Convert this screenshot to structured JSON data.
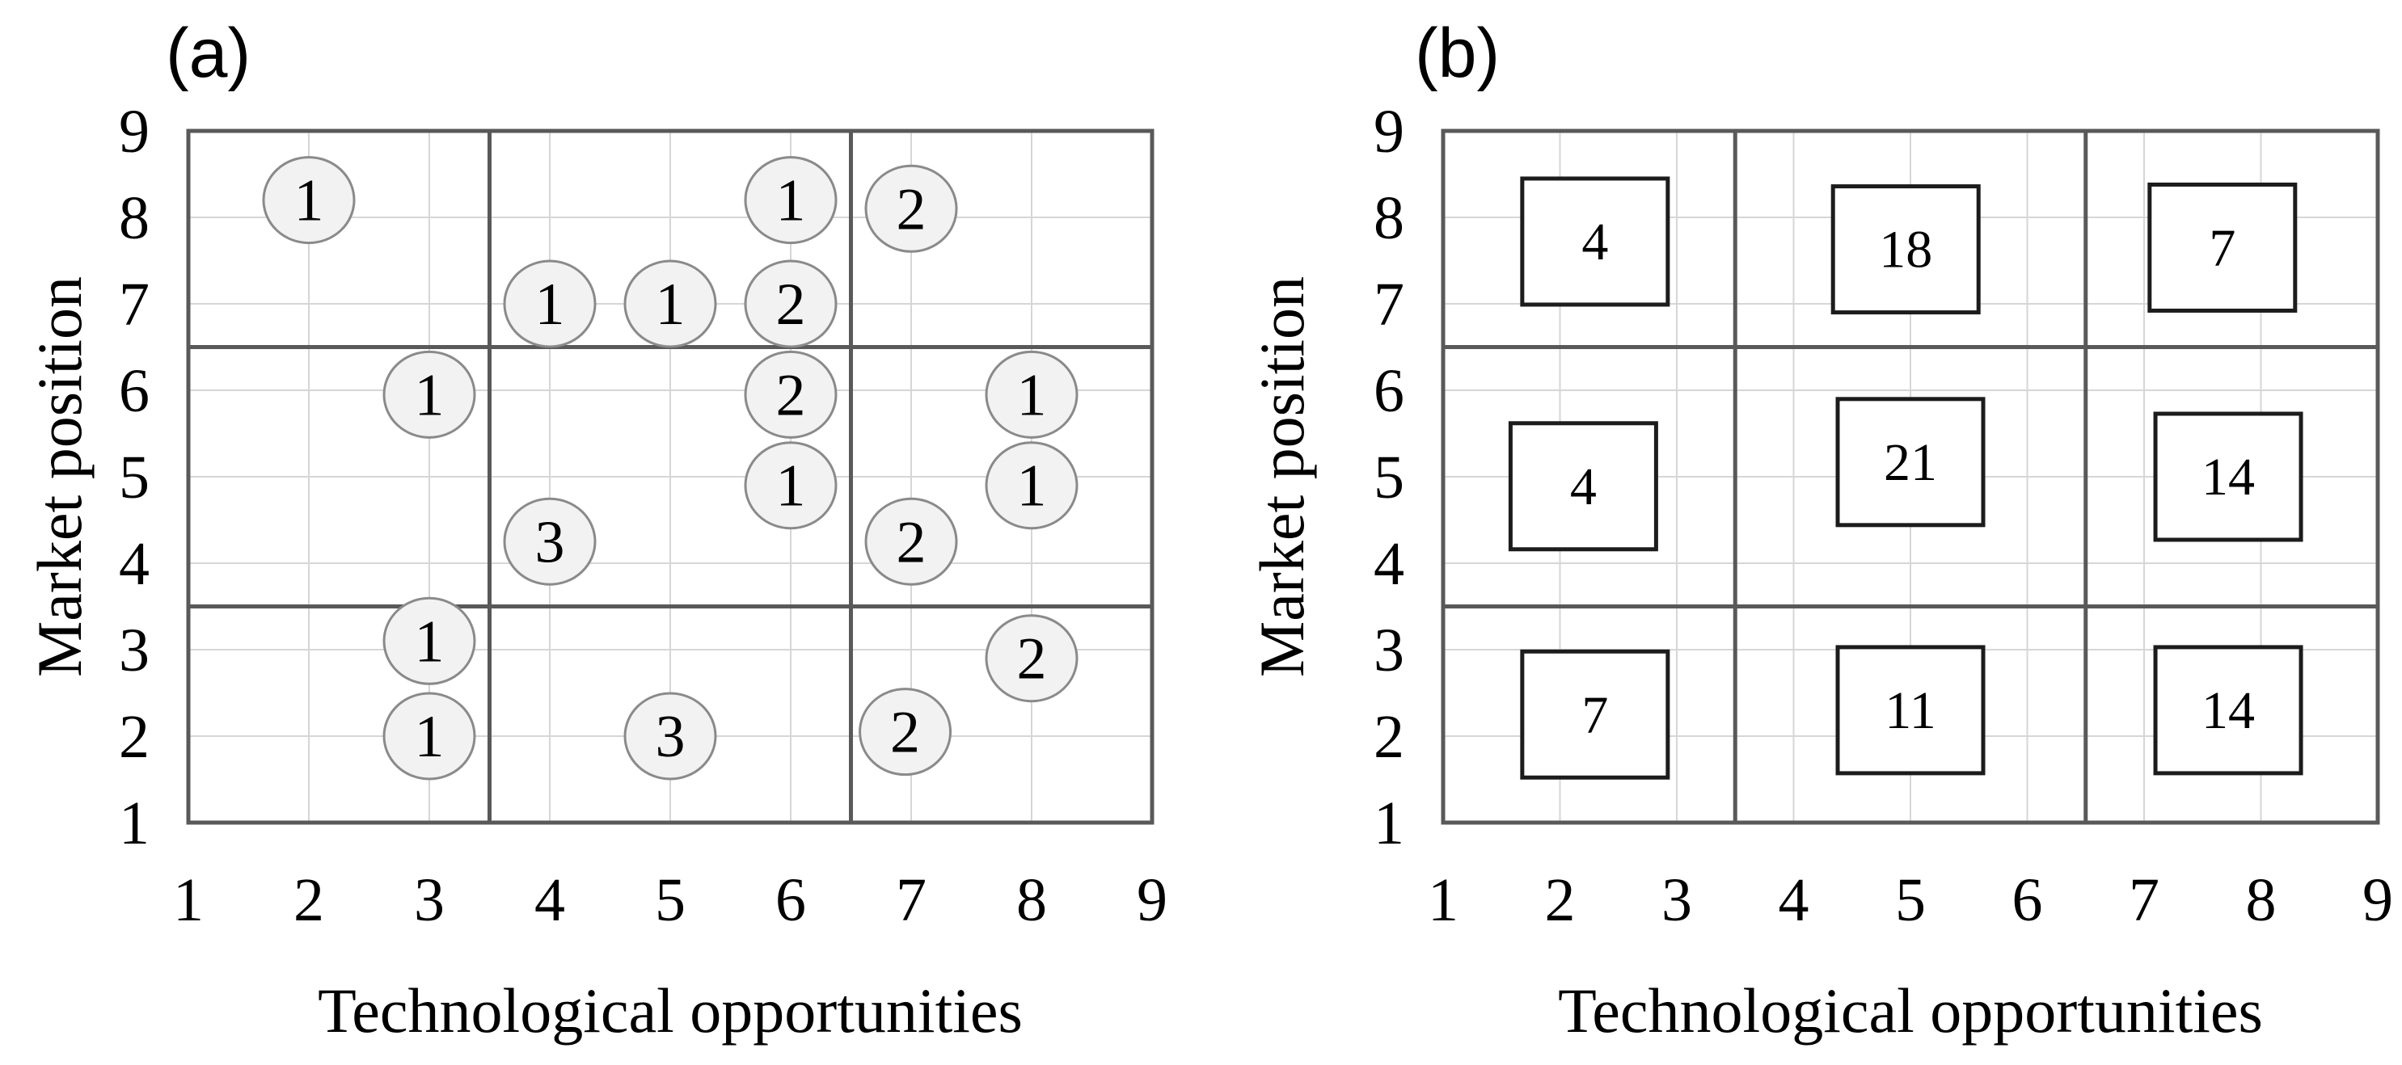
{
  "figure": {
    "background": "#ffffff"
  },
  "colors": {
    "gridline": "#d6d6d6",
    "quadrant_line": "#595959",
    "plot_border": "#595959",
    "circle_fill": "#f2f2f2",
    "circle_stroke": "#8a8a8a",
    "box_fill": "#ffffff",
    "box_stroke": "#1c1c1c",
    "text": "#000000"
  },
  "chart_data": [
    {
      "type": "scatter",
      "panel_label": "(a)",
      "xlabel": "Technological opportunities",
      "ylabel": "Market position",
      "xlim": [
        1,
        9
      ],
      "ylim": [
        1,
        9
      ],
      "xticks": [
        1,
        2,
        3,
        4,
        5,
        6,
        7,
        8,
        9
      ],
      "yticks": [
        1,
        2,
        3,
        4,
        5,
        6,
        7,
        8,
        9
      ],
      "grid": true,
      "legend": "none",
      "quadrant_lines_x": [
        3.5,
        6.5
      ],
      "quadrant_lines_y": [
        3.5,
        6.5
      ],
      "points": [
        {
          "x": 2,
          "y": 8.2,
          "label": "1"
        },
        {
          "x": 6,
          "y": 8.2,
          "label": "1"
        },
        {
          "x": 7,
          "y": 8.1,
          "label": "2"
        },
        {
          "x": 4,
          "y": 7.0,
          "label": "1"
        },
        {
          "x": 5,
          "y": 7.0,
          "label": "1"
        },
        {
          "x": 6,
          "y": 7.0,
          "label": "2"
        },
        {
          "x": 3,
          "y": 5.95,
          "label": "1"
        },
        {
          "x": 6,
          "y": 5.95,
          "label": "2"
        },
        {
          "x": 8,
          "y": 5.95,
          "label": "1"
        },
        {
          "x": 6,
          "y": 4.9,
          "label": "1"
        },
        {
          "x": 8,
          "y": 4.9,
          "label": "1"
        },
        {
          "x": 4,
          "y": 4.25,
          "label": "3"
        },
        {
          "x": 7,
          "y": 4.25,
          "label": "2"
        },
        {
          "x": 3,
          "y": 3.1,
          "label": "1"
        },
        {
          "x": 8,
          "y": 2.9,
          "label": "2"
        },
        {
          "x": 3,
          "y": 2.0,
          "label": "1"
        },
        {
          "x": 5,
          "y": 2.0,
          "label": "3"
        },
        {
          "x": 6.95,
          "y": 2.05,
          "label": "2"
        }
      ]
    },
    {
      "type": "labeled-boxes",
      "panel_label": "(b)",
      "xlabel": "Technological opportunities",
      "ylabel": "Market position",
      "xlim": [
        1,
        9
      ],
      "ylim": [
        1,
        9
      ],
      "xticks": [
        1,
        2,
        3,
        4,
        5,
        6,
        7,
        8,
        9
      ],
      "yticks": [
        1,
        2,
        3,
        4,
        5,
        6,
        7,
        8,
        9
      ],
      "grid": true,
      "legend": "none",
      "quadrant_lines_x": [
        3.5,
        6.5
      ],
      "quadrant_lines_y": [
        3.5,
        6.5
      ],
      "boxes": [
        {
          "x": 2.3,
          "y": 7.72,
          "label": "4"
        },
        {
          "x": 4.96,
          "y": 7.63,
          "label": "18"
        },
        {
          "x": 7.67,
          "y": 7.65,
          "label": "7"
        },
        {
          "x": 2.2,
          "y": 4.89,
          "label": "4"
        },
        {
          "x": 5.0,
          "y": 5.17,
          "label": "21"
        },
        {
          "x": 7.72,
          "y": 5.0,
          "label": "14"
        },
        {
          "x": 2.3,
          "y": 2.25,
          "label": "7"
        },
        {
          "x": 5.0,
          "y": 2.3,
          "label": "11"
        },
        {
          "x": 7.72,
          "y": 2.3,
          "label": "14"
        }
      ]
    }
  ]
}
